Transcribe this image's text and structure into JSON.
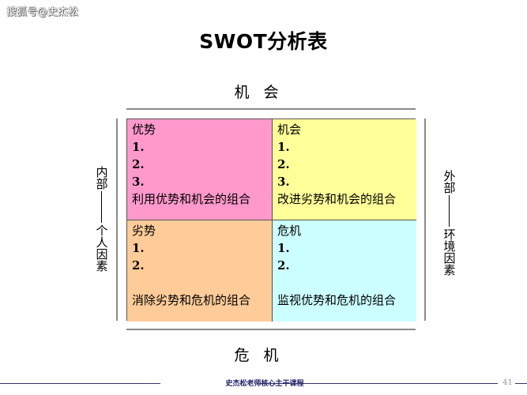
{
  "watermark": "搜狐号@史杰松",
  "title": "SWOT分析表",
  "axes": {
    "top": "机会",
    "bottom": "危机",
    "left": {
      "top": "内部",
      "bottom": "个人因素"
    },
    "right": {
      "top": "外部",
      "bottom": "环境因素"
    }
  },
  "quadrants": {
    "strengths": {
      "heading": "优势",
      "items": [
        "1.",
        "2.",
        "3."
      ],
      "combo": "利用优势和机会的组合",
      "color": "#ff99cc"
    },
    "opportunities": {
      "heading": "机会",
      "items": [
        "1.",
        "2.",
        "3."
      ],
      "combo": "改进劣势和机会的组合",
      "color": "#ffff99"
    },
    "weaknesses": {
      "heading": "劣势",
      "items": [
        "1.",
        "2."
      ],
      "combo": "消除劣势和危机的组合",
      "color": "#ffcc99"
    },
    "threats": {
      "heading": "危机",
      "items": [
        "1.",
        "2."
      ],
      "combo": "监视优势和危机的组合",
      "color": "#ccffff"
    }
  },
  "footer": {
    "text": "史杰松老师核心主干课程",
    "page": "41"
  }
}
